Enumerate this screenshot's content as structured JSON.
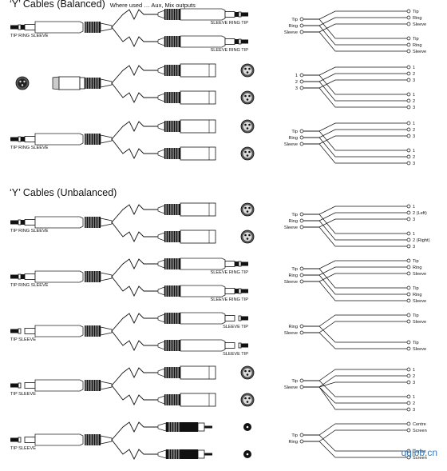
{
  "balanced": {
    "title": "‘Y’ Cables (Balanced)",
    "subtitle": "Where used … Aux, Mix outputs",
    "rows": [
      {
        "source_label": "TIP RING SLEEVE",
        "source_kind": "trs-jack",
        "outputs": [
          "trs-jack",
          "trs-jack"
        ],
        "output_labels": [
          "SLEEVE RING TIP",
          "SLEEVE RING TIP"
        ],
        "wiring_left": [
          "Tip",
          "Ring",
          "Sleeve"
        ],
        "wiring_right": [
          [
            "Tip",
            "Ring",
            "Sleeve"
          ],
          [
            "Tip",
            "Ring",
            "Sleeve"
          ]
        ]
      },
      {
        "source_label": "",
        "source_kind": "xlr",
        "outputs": [
          "xlr-male",
          "xlr-male"
        ],
        "output_labels": [
          "",
          ""
        ],
        "wiring_left": [
          "1",
          "2",
          "3"
        ],
        "wiring_right": [
          [
            "1",
            "2",
            "3"
          ],
          [
            "1",
            "2",
            "3"
          ]
        ]
      },
      {
        "source_label": "TIP RING SLEEVE",
        "source_kind": "trs-jack",
        "outputs": [
          "xlr-male",
          "xlr-male"
        ],
        "output_labels": [
          "",
          ""
        ],
        "wiring_left": [
          "Tip",
          "Ring",
          "Sleeve"
        ],
        "wiring_right": [
          [
            "1",
            "2",
            "3"
          ],
          [
            "1",
            "2",
            "3"
          ]
        ]
      }
    ]
  },
  "unbalanced": {
    "title": "‘Y’ Cables (Unbalanced)",
    "rows": [
      {
        "source_label": "TIP RING SLEEVE",
        "source_kind": "trs-jack",
        "outputs": [
          "xlr-male",
          "xlr-male"
        ],
        "output_labels": [
          "",
          ""
        ],
        "wiring_left": [
          "Tip",
          "Ring",
          "Sleeve"
        ],
        "wiring_right": [
          [
            "1",
            "2 (Left)",
            "3"
          ],
          [
            "1",
            "2 (Right)",
            "3"
          ]
        ]
      },
      {
        "source_label": "TIP RING SLEEVE",
        "source_kind": "trs-jack",
        "outputs": [
          "trs-jack",
          "trs-jack"
        ],
        "output_labels": [
          "SLEEVE RING TIP",
          "SLEEVE RING TIP"
        ],
        "wiring_left": [
          "Tip",
          "Ring",
          "Sleeve"
        ],
        "wiring_right": [
          [
            "Tip",
            "Ring",
            "Sleeve"
          ],
          [
            "Tip",
            "Ring",
            "Sleeve"
          ]
        ]
      },
      {
        "source_label": "TIP SLEEVE",
        "source_kind": "ts-jack",
        "outputs": [
          "ts-jack",
          "ts-jack"
        ],
        "output_labels": [
          "SLEEVE TIP",
          "SLEEVE TIP"
        ],
        "wiring_left": [
          "Ring",
          "Sleeve"
        ],
        "wiring_right": [
          [
            "Tip",
            "Sleeve"
          ],
          [
            "Tip",
            "Sleeve"
          ]
        ]
      },
      {
        "source_label": "TIP SLEEVE",
        "source_kind": "ts-jack",
        "outputs": [
          "xlr-male",
          "xlr-male"
        ],
        "output_labels": [
          "",
          ""
        ],
        "wiring_left": [
          "Tip",
          "Sleeve"
        ],
        "wiring_right": [
          [
            "1",
            "2",
            "3"
          ],
          [
            "1",
            "2",
            "3"
          ]
        ]
      },
      {
        "source_label": "TIP SLEEVE",
        "source_kind": "ts-jack",
        "outputs": [
          "rca",
          "rca"
        ],
        "output_labels": [
          "",
          ""
        ],
        "wiring_left": [
          "Tip",
          "Ring"
        ],
        "wiring_right": [
          [
            "Centre",
            "Screen"
          ],
          [
            "Centre",
            "Screen"
          ]
        ]
      }
    ]
  },
  "watermark": "qqibb.cn"
}
